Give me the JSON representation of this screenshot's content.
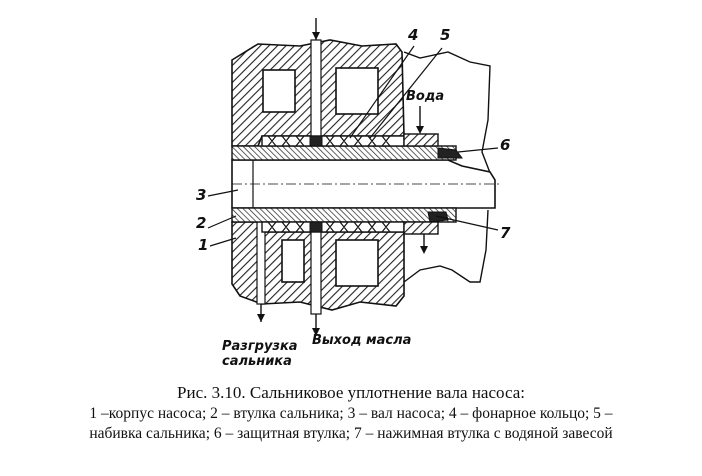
{
  "figure": {
    "labels": {
      "n1": "1",
      "n2": "2",
      "n3": "3",
      "n4": "4",
      "n5": "5",
      "n6": "6",
      "n7": "7",
      "water": "Вода",
      "relief_line1": "Разгрузка",
      "relief_line2": "сальника",
      "oil_outlet": "Выход масла"
    }
  },
  "caption": {
    "title": "Рис. 3.10. Сальниковое уплотнение вала насоса:",
    "legend_line1": "1 –корпус насоса; 2 – втулка сальника; 3 – вал насоса; 4 – фонарное кольцо; 5 –",
    "legend_line2": "набивка сальника; 6 – защитная втулка; 7 – нажимная втулка с водяной завесой"
  }
}
